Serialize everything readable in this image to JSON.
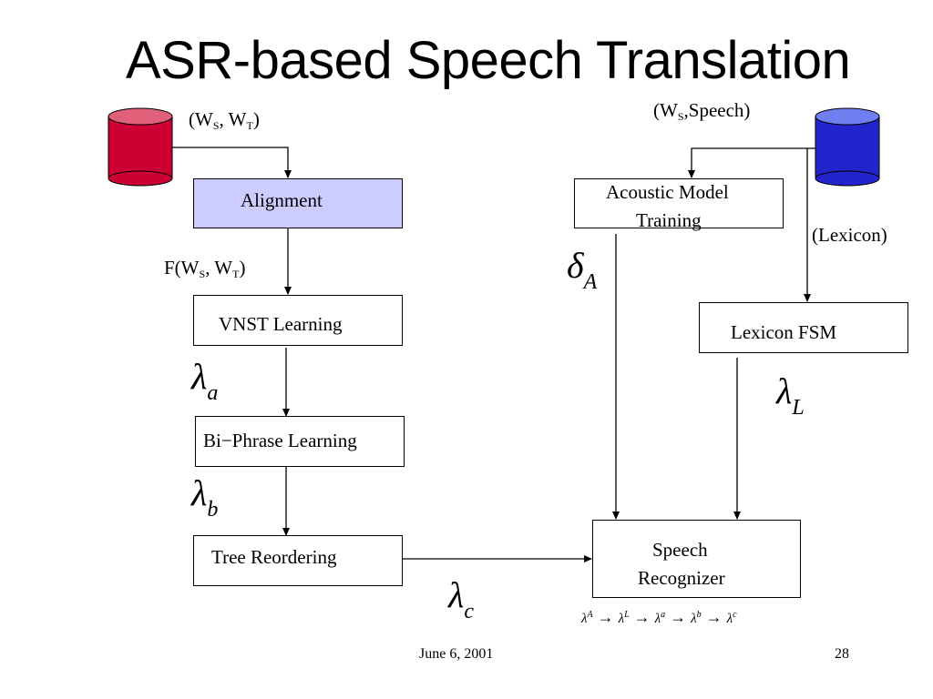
{
  "slide": {
    "title": "ASR-based Speech Translation",
    "date": "June 6, 2001",
    "page_number": "28"
  },
  "databases": [
    {
      "id": "ws-wt",
      "label_open": "(W",
      "sub1": "S",
      "comma": ", W",
      "sub2": "T",
      "label_close": ")",
      "color": "#cc0033",
      "top_color": "#e0607a"
    },
    {
      "id": "ws-speech",
      "label_open": "(W",
      "sub1": "S",
      "comma": ",Speech)",
      "color": "#2424cc",
      "top_color": "#6f7ff0"
    }
  ],
  "boxes": {
    "alignment": "Alignment",
    "vnst": "VNST Learning",
    "biphrase": "Bi−Phrase Learning",
    "tree": "Tree Reordering",
    "acoustic_line1": "Acoustic Model",
    "acoustic_line2": "Training",
    "lexicon_fsm": "Lexicon FSM",
    "speech_line1": "Speech",
    "speech_line2": "Recognizer"
  },
  "edge_labels": {
    "f_open": "F(W",
    "f_sub1": "S",
    "f_comma": ", W",
    "f_sub2": "T",
    "f_close": ")",
    "lexicon": "(Lexicon)"
  },
  "symbols": {
    "lambda_a": {
      "glyph": "λ",
      "sub": "a"
    },
    "lambda_b": {
      "glyph": "λ",
      "sub": "b"
    },
    "lambda_c": {
      "glyph": "λ",
      "sub": "c"
    },
    "lambda_L": {
      "glyph": "λ",
      "sub": "L"
    },
    "delta_A": {
      "glyph": "δ",
      "sub": "A"
    }
  },
  "composition": {
    "glyph": "λ",
    "subs": [
      "A",
      "L",
      "a",
      "b",
      "c"
    ],
    "arrow": "→"
  }
}
